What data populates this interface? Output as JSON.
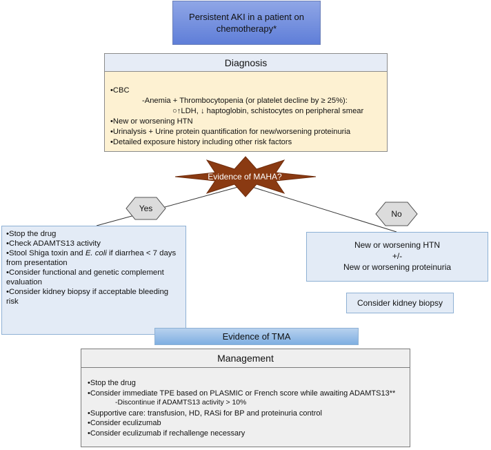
{
  "top_box": {
    "text": "Persistent AKI in a patient on chemotherapy*"
  },
  "diagnosis": {
    "header": "Diagnosis",
    "items": [
      "•CBC",
      "-Anemia + Thrombocytopenia (or platelet decline by ≥ 25%):",
      "○↑LDH, ↓ haptoglobin, schistocytes on peripheral smear",
      "•New or worsening HTN",
      "•Urinalysis + Urine protein quantification for new/worsening proteinuria",
      "•Detailed exposure history including other risk factors"
    ]
  },
  "decision": {
    "text": "Evidence of MAHA?"
  },
  "yes_branch": {
    "label": "Yes",
    "items": {
      "stop": "•Stop the drug",
      "adamts": "•Check ADAMTS13 activity",
      "stool_a": "•Stool Shiga toxin and ",
      "stool_b": "E. coli",
      "stool_c": " if diarrhea < 7 days from presentation",
      "complement": "•Consider functional and genetic complement evaluation",
      "biopsy": "•Consider kidney biopsy if acceptable bleeding risk"
    }
  },
  "no_branch": {
    "label": "No",
    "line1": "New or worsening HTN",
    "line2": "+/-",
    "line3": "New or worsening proteinuria",
    "biopsy": "Consider kidney biopsy"
  },
  "tma": {
    "text": "Evidence of TMA"
  },
  "management": {
    "header": "Management",
    "items": [
      "•Stop the drug",
      "•Consider immediate TPE based on PLASMIC or French score while awaiting ADAMTS13**",
      "-Discontinue if ADAMTS13 activity > 10%",
      "•Supportive care: transfusion, HD, RASi for BP and proteinuria control",
      "•Consider eculizumab",
      "•Consider eculizumab if rechallenge necessary"
    ]
  },
  "colors": {
    "top_fill": "#7a93e0",
    "diagnosis_fill": "#fdf1d2",
    "star_fill": "#8a3a12",
    "hexagon_fill": "#dcdcdc",
    "branch_fill": "#e3ebf6",
    "tma_fill": "#9cc2ea",
    "management_fill": "#efefef"
  }
}
